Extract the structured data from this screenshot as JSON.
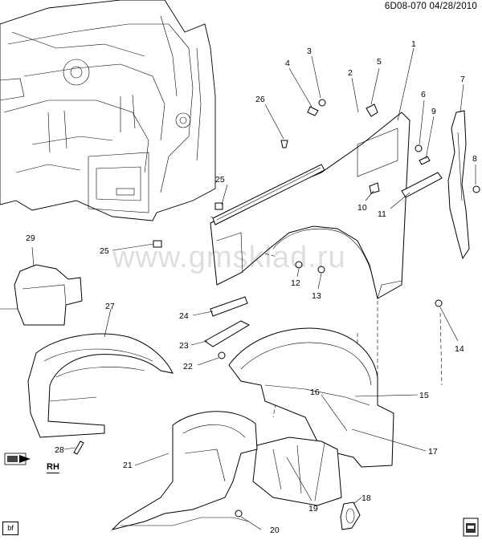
{
  "diagram": {
    "code": "6D08-070",
    "date": "04/28/2010",
    "watermark": "www.gmsklad.ru",
    "side_label": "RH",
    "corner_label": "bf",
    "callouts": [
      "1",
      "2",
      "3",
      "4",
      "5",
      "6",
      "7",
      "8",
      "9",
      "10",
      "11",
      "12",
      "13",
      "14",
      "15",
      "16",
      "17",
      "18",
      "19",
      "20",
      "21",
      "22",
      "23",
      "24",
      "25",
      "26",
      "27",
      "28",
      "29"
    ]
  }
}
